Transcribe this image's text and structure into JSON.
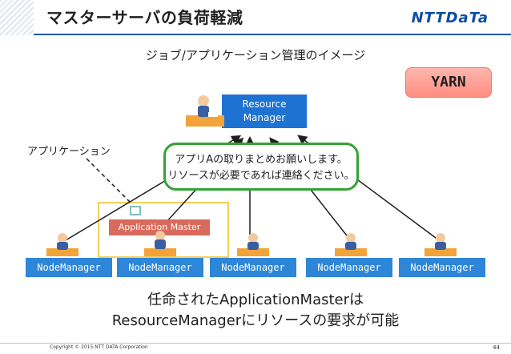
{
  "header": {
    "title": "マスターサーバの負荷軽減",
    "logo": "NTTDaTa"
  },
  "subtitle": "ジョブ/アプリケーション管理のイメージ",
  "yarn_badge": "YARN",
  "resource_manager": {
    "line1": "Resource",
    "line2": "Manager"
  },
  "application_label": "アプリケーション",
  "callout": {
    "line1": "アプリAの取りまとめお願いします。",
    "line2": "リソースが必要であれば連絡ください。"
  },
  "application_master": "Application Master",
  "node_managers": [
    "NodeManager",
    "NodeManager",
    "NodeManager",
    "NodeManager",
    "NodeManager"
  ],
  "footer_text": {
    "line1": "任命されたApplicationMasterは",
    "line2": "ResourceManagerにリソースの要求が可能"
  },
  "copyright": "Copyright © 2015 NTT DATA Corporation",
  "page_number": "44",
  "colors": {
    "accent": "#1e73d2",
    "callout_border": "#33a333",
    "am_box": "#d96b5c",
    "yarn": "#ff8d80"
  }
}
